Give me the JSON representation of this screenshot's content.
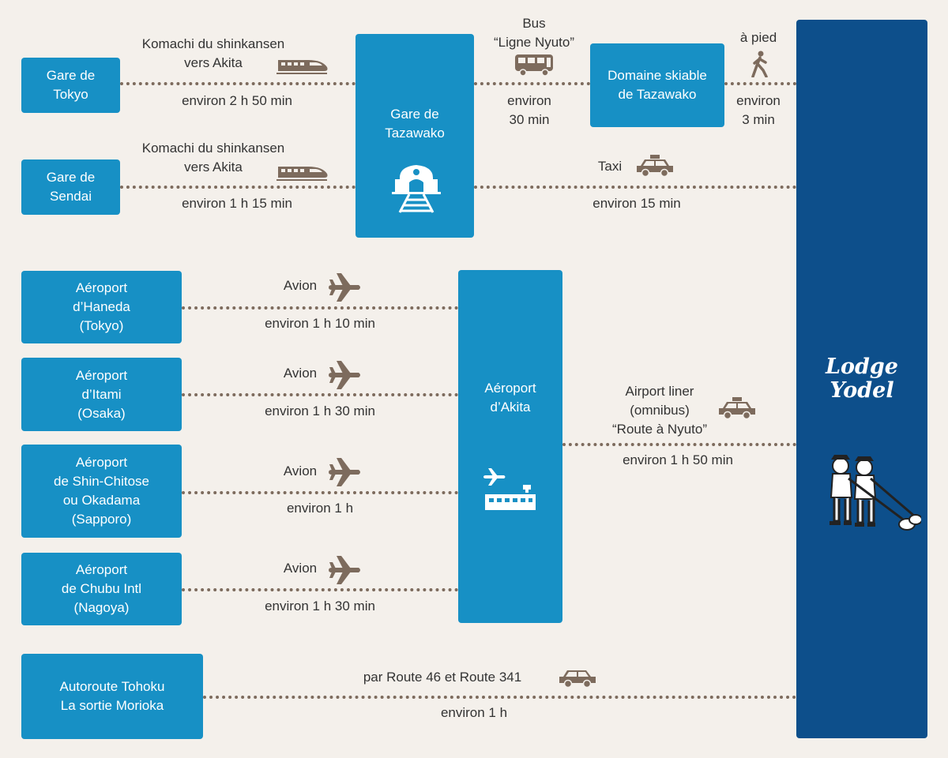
{
  "colors": {
    "background": "#f4f0eb",
    "box": "#1790c5",
    "lodge": "#0d4f8b",
    "dash": "#7d6b5d",
    "icon": "#7d6b5d"
  },
  "origins": {
    "tokyo": "Gare de\nTokyo",
    "sendai": "Gare de\nSendai",
    "haneda": "Aéroport\nd’Haneda\n(Tokyo)",
    "itami": "Aéroport\nd’Itami\n(Osaka)",
    "chitose": "Aéroport\nde Shin-Chitose\nou Okadama\n(Sapporo)",
    "chubu": "Aéroport\nde Chubu Intl\n(Nagoya)",
    "highway": "Autoroute Tohoku\nLa sortie Morioka"
  },
  "hubs": {
    "tazawako_station": "Gare de\nTazawako",
    "ski_area": "Domaine skiable\nde Tazawako",
    "akita_airport": "Aéroport\nd’Akita"
  },
  "destination": {
    "name": "Lodge\nYodel"
  },
  "routes": {
    "tokyo_train": {
      "mode": "Komachi du shinkansen\nvers Akita",
      "time": "environ 2 h 50 min",
      "icon": "shinkansen-icon"
    },
    "sendai_train": {
      "mode": "Komachi du shinkansen\nvers Akita",
      "time": "environ 1 h 15 min",
      "icon": "shinkansen-icon"
    },
    "bus": {
      "mode": "Bus\n“Ligne Nyuto”",
      "time": "environ\n30 min",
      "icon": "bus-icon"
    },
    "walk": {
      "mode": "à pied",
      "time": "environ\n3 min",
      "icon": "walking-person-icon"
    },
    "taxi": {
      "mode": "Taxi",
      "time": "environ 15 min",
      "icon": "taxi-icon"
    },
    "haneda_flight": {
      "mode": "Avion",
      "time": "environ  1 h 10 min",
      "icon": "airplane-icon"
    },
    "itami_flight": {
      "mode": "Avion",
      "time": "environ 1 h 30 min",
      "icon": "airplane-icon"
    },
    "chitose_flight": {
      "mode": "Avion",
      "time": "environ 1 h",
      "icon": "airplane-icon"
    },
    "chubu_flight": {
      "mode": "Avion",
      "time": "environ 1 h 30 min",
      "icon": "airplane-icon"
    },
    "airport_liner": {
      "mode": "Airport liner\n(omnibus)\n“Route à Nyuto”",
      "time": "environ 1 h 50 min",
      "icon": "taxi-icon"
    },
    "highway_car": {
      "mode": "par  Route 46 et  Route 341",
      "time": "environ 1 h",
      "icon": "car-icon"
    }
  }
}
